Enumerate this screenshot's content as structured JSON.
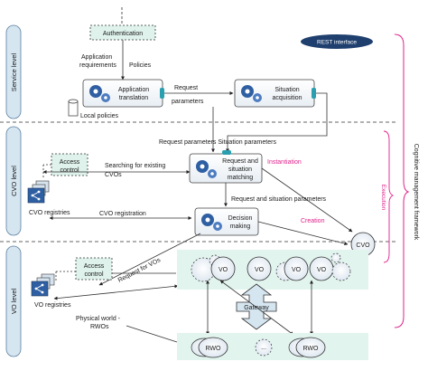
{
  "levels": {
    "service": "Service level",
    "cvo": "CVO level",
    "vo": "VO level"
  },
  "framework_label": "Cognitive management framework",
  "execution_label": "Execution",
  "rest_interface": "REST interface",
  "authentication": "Authentication",
  "app_requirements": [
    "Application",
    "requirements"
  ],
  "policies": "Policies",
  "app_translation": [
    "Application",
    "translation"
  ],
  "request_parameters": [
    "Request",
    "parameters"
  ],
  "situation_acquisition": [
    "Situation",
    "acquisition"
  ],
  "local_policies": "Local policies",
  "req_sit_params": "Request parameters  Situation parameters",
  "access_control": [
    "Access",
    "control"
  ],
  "searching_cvos": [
    "Searching for existing",
    "CVOs"
  ],
  "matching": [
    "Request and",
    "situation",
    "matching"
  ],
  "instantiation": "Instantiation",
  "req_and_sit_params": "Request and situation parameters",
  "cvo_registration": "CVO registration",
  "decision_making": [
    "Decision",
    "making"
  ],
  "creation": "Creation",
  "cvo": "CVO",
  "cvo_registries": "CVO registries",
  "request_for_vos": "Request for VOs",
  "vo_registries": "VO registries",
  "vo_items": [
    "VO",
    "VO",
    "VO",
    "VO"
  ],
  "gateway": "Gateway",
  "physical_world": [
    "Physical world -",
    "RWOs"
  ],
  "rwo_items": [
    "RWO",
    "RWO"
  ],
  "ellipsis": "..."
}
